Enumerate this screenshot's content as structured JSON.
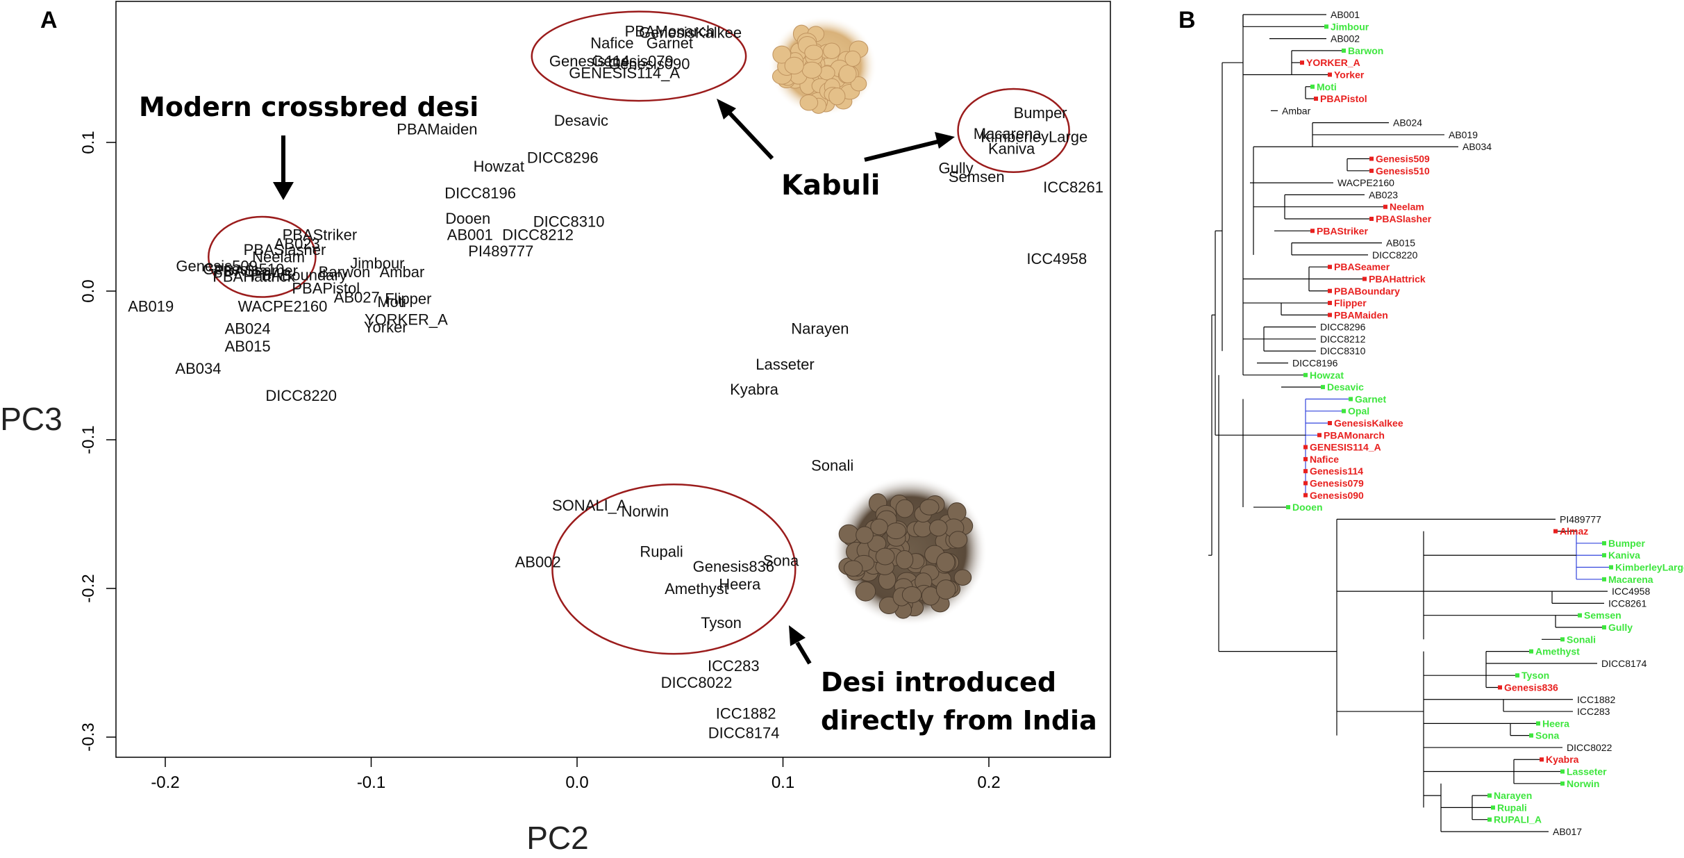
{
  "panels": {
    "a": "A",
    "b": "B"
  },
  "colors": {
    "modern_desi": "#e8201f",
    "landrace": "#3ee63e",
    "other": "#222222",
    "ellipse": "#9b1c1c",
    "highlight_branch": "#3344dd"
  },
  "annotations": {
    "modern_desi": "Modern crossbred desi",
    "kabuli": "Kabuli",
    "desi_india_1": "Desi introduced",
    "desi_india_2": "directly from India"
  },
  "chart_data": [
    {
      "type": "scatter",
      "xlabel": "PC2",
      "ylabel": "PC3",
      "xlim": [
        -0.23,
        0.26
      ],
      "ylim": [
        -0.31,
        0.19
      ],
      "xticks": [
        -0.2,
        -0.1,
        0.0,
        0.1,
        0.2
      ],
      "yticks": [
        -0.3,
        -0.2,
        -0.1,
        0.0,
        0.1
      ],
      "xtick_labels": [
        "-0.2",
        "-0.1",
        "0.0",
        "0.1",
        "0.2"
      ],
      "ytick_labels": [
        "-0.3",
        "-0.2",
        "-0.1",
        "0.0",
        "0.1"
      ],
      "points": [
        {
          "label": "PBAMonarch",
          "x": 0.045,
          "y": 0.174
        },
        {
          "label": "GenesisKalkee",
          "x": 0.055,
          "y": 0.173
        },
        {
          "label": "Nafice",
          "x": 0.017,
          "y": 0.166
        },
        {
          "label": "Garnet",
          "x": 0.045,
          "y": 0.166
        },
        {
          "label": "Genesis114",
          "x": 0.006,
          "y": 0.154
        },
        {
          "label": "Genesis079",
          "x": 0.027,
          "y": 0.154
        },
        {
          "label": "Genesis090",
          "x": 0.035,
          "y": 0.152
        },
        {
          "label": "GENESIS114_A",
          "x": 0.023,
          "y": 0.146
        },
        {
          "label": "Desavic",
          "x": 0.002,
          "y": 0.114
        },
        {
          "label": "PBAMaiden",
          "x": -0.068,
          "y": 0.108
        },
        {
          "label": "Howzat",
          "x": -0.038,
          "y": 0.083
        },
        {
          "label": "DICC8296",
          "x": -0.007,
          "y": 0.089
        },
        {
          "label": "DICC8196",
          "x": -0.047,
          "y": 0.065
        },
        {
          "label": "Dooen",
          "x": -0.053,
          "y": 0.048
        },
        {
          "label": "DICC8310",
          "x": -0.004,
          "y": 0.046
        },
        {
          "label": "AB001",
          "x": -0.052,
          "y": 0.037
        },
        {
          "label": "DICC8212",
          "x": -0.019,
          "y": 0.037
        },
        {
          "label": "PI489777",
          "x": -0.037,
          "y": 0.026
        },
        {
          "label": "PBAStriker",
          "x": -0.125,
          "y": 0.037
        },
        {
          "label": "AB023",
          "x": -0.136,
          "y": 0.031
        },
        {
          "label": "PBASlasher",
          "x": -0.142,
          "y": 0.027
        },
        {
          "label": "Neelam",
          "x": -0.145,
          "y": 0.022
        },
        {
          "label": "Genesis509",
          "x": -0.175,
          "y": 0.016
        },
        {
          "label": "Genesis510",
          "x": -0.162,
          "y": 0.014
        },
        {
          "label": "PBASeamer",
          "x": -0.156,
          "y": 0.013
        },
        {
          "label": "PBAHattrick",
          "x": -0.157,
          "y": 0.009
        },
        {
          "label": "PBABoundary",
          "x": -0.135,
          "y": 0.01
        },
        {
          "label": "Barwon",
          "x": -0.113,
          "y": 0.012
        },
        {
          "label": "Jimbour",
          "x": -0.097,
          "y": 0.018
        },
        {
          "label": "Ambar",
          "x": -0.085,
          "y": 0.012
        },
        {
          "label": "PBAPistol",
          "x": -0.122,
          "y": 0.001
        },
        {
          "label": "AB027",
          "x": -0.107,
          "y": -0.005
        },
        {
          "label": "Flipper",
          "x": -0.082,
          "y": -0.006
        },
        {
          "label": "Moti",
          "x": -0.09,
          "y": -0.008
        },
        {
          "label": "WACPE2160",
          "x": -0.143,
          "y": -0.011
        },
        {
          "label": "YORKER_A",
          "x": -0.083,
          "y": -0.02
        },
        {
          "label": "Yorker",
          "x": -0.093,
          "y": -0.025
        },
        {
          "label": "AB019",
          "x": -0.207,
          "y": -0.011
        },
        {
          "label": "AB024",
          "x": -0.16,
          "y": -0.026
        },
        {
          "label": "AB015",
          "x": -0.16,
          "y": -0.038
        },
        {
          "label": "AB034",
          "x": -0.184,
          "y": -0.053
        },
        {
          "label": "DICC8220",
          "x": -0.134,
          "y": -0.071
        },
        {
          "label": "Bumper",
          "x": 0.225,
          "y": 0.119
        },
        {
          "label": "Macarena",
          "x": 0.209,
          "y": 0.105
        },
        {
          "label": "KimberleyLarge",
          "x": 0.222,
          "y": 0.103
        },
        {
          "label": "Kaniva",
          "x": 0.211,
          "y": 0.095
        },
        {
          "label": "Gully",
          "x": 0.184,
          "y": 0.082
        },
        {
          "label": "Semsen",
          "x": 0.194,
          "y": 0.076
        },
        {
          "label": "ICC8261",
          "x": 0.241,
          "y": 0.069
        },
        {
          "label": "ICC4958",
          "x": 0.233,
          "y": 0.021
        },
        {
          "label": "Narayen",
          "x": 0.118,
          "y": -0.026
        },
        {
          "label": "Lasseter",
          "x": 0.101,
          "y": -0.05
        },
        {
          "label": "Kyabra",
          "x": 0.086,
          "y": -0.067
        },
        {
          "label": "Sonali",
          "x": 0.124,
          "y": -0.118
        },
        {
          "label": "SONALI_A",
          "x": 0.006,
          "y": -0.145
        },
        {
          "label": "Norwin",
          "x": 0.033,
          "y": -0.149
        },
        {
          "label": "Rupali",
          "x": 0.041,
          "y": -0.176
        },
        {
          "label": "Genesis836",
          "x": 0.076,
          "y": -0.186
        },
        {
          "label": "Sona",
          "x": 0.099,
          "y": -0.182
        },
        {
          "label": "AB002",
          "x": -0.019,
          "y": -0.183
        },
        {
          "label": "Heera",
          "x": 0.079,
          "y": -0.198
        },
        {
          "label": "Amethyst",
          "x": 0.058,
          "y": -0.201
        },
        {
          "label": "Tyson",
          "x": 0.07,
          "y": -0.224
        },
        {
          "label": "ICC283",
          "x": 0.076,
          "y": -0.253
        },
        {
          "label": "DICC8022",
          "x": 0.058,
          "y": -0.264
        },
        {
          "label": "ICC1882",
          "x": 0.082,
          "y": -0.285
        },
        {
          "label": "DICC8174",
          "x": 0.081,
          "y": -0.298
        }
      ],
      "clusters": [
        {
          "name": "Modern crossbred desi",
          "cx": -0.153,
          "cy": 0.023,
          "rx": 0.026,
          "ry": 0.027
        },
        {
          "name": "Kabuli",
          "cx": 0.03,
          "cy": 0.158,
          "rx": 0.052,
          "ry": 0.03
        },
        {
          "name": "Kabuli",
          "cx": 0.212,
          "cy": 0.108,
          "rx": 0.027,
          "ry": 0.028
        },
        {
          "name": "Desi introduced directly from India",
          "cx": 0.047,
          "cy": -0.187,
          "rx": 0.059,
          "ry": 0.057
        }
      ]
    },
    {
      "type": "tree",
      "leaves": [
        {
          "name": "AB001",
          "group": "other"
        },
        {
          "name": "Jimbour",
          "group": "landrace"
        },
        {
          "name": "AB002",
          "group": "other"
        },
        {
          "name": "Barwon",
          "group": "landrace"
        },
        {
          "name": "YORKER_A",
          "group": "modern_desi"
        },
        {
          "name": "Yorker",
          "group": "modern_desi"
        },
        {
          "name": "Moti",
          "group": "landrace"
        },
        {
          "name": "PBAPistol",
          "group": "modern_desi"
        },
        {
          "name": "Ambar",
          "group": "other"
        },
        {
          "name": "AB024",
          "group": "other"
        },
        {
          "name": "AB019",
          "group": "other"
        },
        {
          "name": "AB034",
          "group": "other"
        },
        {
          "name": "Genesis509",
          "group": "modern_desi"
        },
        {
          "name": "Genesis510",
          "group": "modern_desi"
        },
        {
          "name": "WACPE2160",
          "group": "other"
        },
        {
          "name": "AB023",
          "group": "other"
        },
        {
          "name": "Neelam",
          "group": "modern_desi"
        },
        {
          "name": "PBASlasher",
          "group": "modern_desi"
        },
        {
          "name": "PBAStriker",
          "group": "modern_desi"
        },
        {
          "name": "AB015",
          "group": "other"
        },
        {
          "name": "DICC8220",
          "group": "other"
        },
        {
          "name": "PBASeamer",
          "group": "modern_desi"
        },
        {
          "name": "PBAHattrick",
          "group": "modern_desi"
        },
        {
          "name": "PBABoundary",
          "group": "modern_desi"
        },
        {
          "name": "Flipper",
          "group": "modern_desi"
        },
        {
          "name": "PBAMaiden",
          "group": "modern_desi"
        },
        {
          "name": "DICC8296",
          "group": "other"
        },
        {
          "name": "DICC8212",
          "group": "other"
        },
        {
          "name": "DICC8310",
          "group": "other"
        },
        {
          "name": "DICC8196",
          "group": "other"
        },
        {
          "name": "Howzat",
          "group": "landrace"
        },
        {
          "name": "Desavic",
          "group": "landrace"
        },
        {
          "name": "Garnet",
          "group": "landrace"
        },
        {
          "name": "Opal",
          "group": "landrace"
        },
        {
          "name": "GenesisKalkee",
          "group": "modern_desi"
        },
        {
          "name": "PBAMonarch",
          "group": "modern_desi"
        },
        {
          "name": "GENESIS114_A",
          "group": "modern_desi"
        },
        {
          "name": "Nafice",
          "group": "modern_desi"
        },
        {
          "name": "Genesis114",
          "group": "modern_desi"
        },
        {
          "name": "Genesis079",
          "group": "modern_desi"
        },
        {
          "name": "Genesis090",
          "group": "modern_desi"
        },
        {
          "name": "Dooen",
          "group": "landrace"
        },
        {
          "name": "PI489777",
          "group": "other"
        },
        {
          "name": "Almaz",
          "group": "modern_desi"
        },
        {
          "name": "Bumper",
          "group": "landrace"
        },
        {
          "name": "Kaniva",
          "group": "landrace"
        },
        {
          "name": "KimberleyLarge",
          "group": "landrace"
        },
        {
          "name": "Macarena",
          "group": "landrace"
        },
        {
          "name": "ICC4958",
          "group": "other"
        },
        {
          "name": "ICC8261",
          "group": "other"
        },
        {
          "name": "Semsen",
          "group": "landrace"
        },
        {
          "name": "Gully",
          "group": "landrace"
        },
        {
          "name": "Sonali",
          "group": "landrace"
        },
        {
          "name": "Amethyst",
          "group": "landrace"
        },
        {
          "name": "DICC8174",
          "group": "other"
        },
        {
          "name": "Tyson",
          "group": "landrace"
        },
        {
          "name": "Genesis836",
          "group": "modern_desi"
        },
        {
          "name": "ICC1882",
          "group": "other"
        },
        {
          "name": "ICC283",
          "group": "other"
        },
        {
          "name": "Heera",
          "group": "landrace"
        },
        {
          "name": "Sona",
          "group": "landrace"
        },
        {
          "name": "DICC8022",
          "group": "other"
        },
        {
          "name": "Kyabra",
          "group": "modern_desi"
        },
        {
          "name": "Lasseter",
          "group": "landrace"
        },
        {
          "name": "Norwin",
          "group": "landrace"
        },
        {
          "name": "Narayen",
          "group": "landrace"
        },
        {
          "name": "Rupali",
          "group": "landrace"
        },
        {
          "name": "RUPALI_A",
          "group": "landrace"
        },
        {
          "name": "AB017",
          "group": "other"
        }
      ]
    }
  ]
}
